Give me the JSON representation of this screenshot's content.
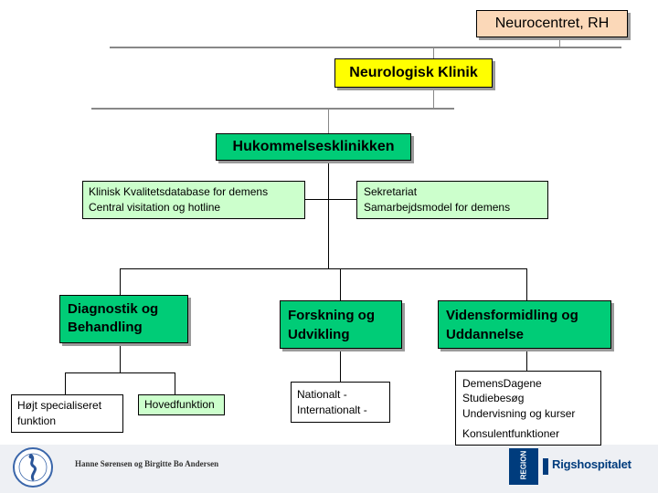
{
  "nodes": {
    "neurocentret": "Neurocentret, RH",
    "neurologisk_klinik": "Neurologisk Klinik",
    "hukommelse": "Hukommelsesklinikken",
    "klinisk": [
      "Klinisk Kvalitetsdatabase for demens",
      "Central visitation og hotline"
    ],
    "sekretariat": [
      "Sekretariat",
      "Samarbejdsmodel for demens"
    ],
    "diagnostik": [
      "Diagnostik og",
      "Behandling"
    ],
    "forskning": [
      "Forskning og",
      "Udvikling"
    ],
    "vidensformidling": [
      "Vidensformidling og",
      "Uddannelse"
    ],
    "hojt": [
      "Højt specialiseret",
      "funktion"
    ],
    "hoved": "Hovedfunktion",
    "nationalt": [
      "Nationalt -",
      "Internationalt -"
    ],
    "demens_list": [
      "DemensDagene",
      "Studiebesøg",
      "Undervisning og kurser",
      "Konsulentfunktioner"
    ]
  },
  "colors": {
    "neurocentret_fill": "#fbd8b8",
    "neurologisk_fill": "#ffff00",
    "hukommelse_fill": "#00cc77",
    "green_fill": "#00cc77",
    "light_green_fill": "#ccffcc",
    "footer_bg": "#eef0f4",
    "rigshospitalet_blue": "#003c7d"
  },
  "footer": {
    "authors": "Hanne Sørensen og Birgitte Bo Andersen",
    "region_label": "REGION",
    "hospital": "Rigshospitalet"
  }
}
